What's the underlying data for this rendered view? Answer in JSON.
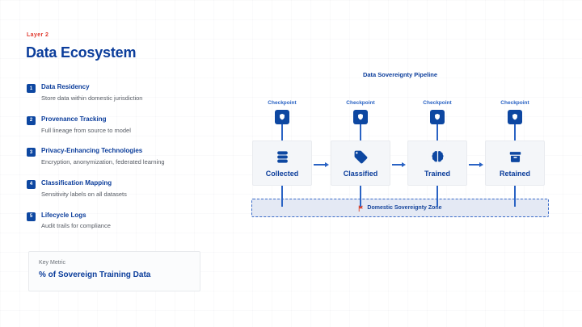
{
  "page": {
    "layer_label": "Layer 2",
    "title": "Data Ecosystem"
  },
  "principles": {
    "items": [
      {
        "num": "1",
        "title": "Data Residency",
        "desc": "Store data within domestic jurisdiction"
      },
      {
        "num": "2",
        "title": "Provenance Tracking",
        "desc": "Full lineage from source to model"
      },
      {
        "num": "3",
        "title": "Privacy-Enhancing Technologies",
        "desc": "Encryption, anonymization, federated learning"
      },
      {
        "num": "4",
        "title": "Classification Mapping",
        "desc": "Sensitivity labels on all datasets"
      },
      {
        "num": "5",
        "title": "Lifecycle Logs",
        "desc": "Audit trails for compliance"
      }
    ]
  },
  "key_metric": {
    "label": "Key Metric",
    "value": "% of Sovereign Training Data"
  },
  "pipeline": {
    "title": "Data Sovereignty Pipeline",
    "checkpoint_label": "Checkpoint",
    "stages": [
      {
        "label": "Collected",
        "icon": "database-icon"
      },
      {
        "label": "Classified",
        "icon": "tag-icon"
      },
      {
        "label": "Trained",
        "icon": "brain-icon"
      },
      {
        "label": "Retained",
        "icon": "archive-icon"
      }
    ],
    "checkpoint_icon": "shield-icon",
    "zone": {
      "label": "Domestic Sovereignty Zone",
      "icon": "flag-icon"
    }
  },
  "colors": {
    "primary": "#0d47a1",
    "heading": "#0b3d9b",
    "link_blue": "#2a63c4",
    "accent_red": "#e0392e",
    "zone_bg": "#e4e9f4",
    "stage_box_bg": "#f4f6f9"
  }
}
